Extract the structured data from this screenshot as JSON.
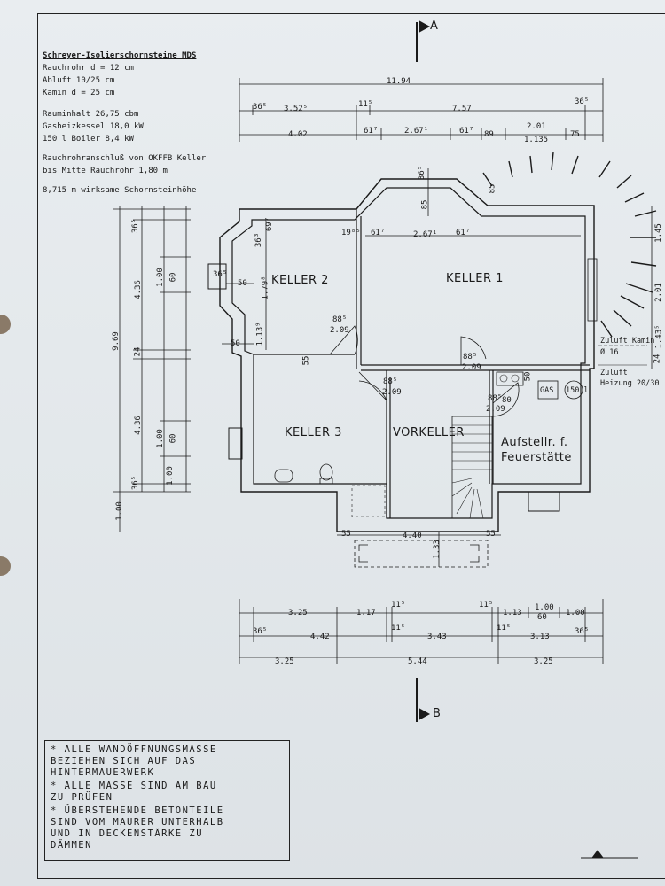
{
  "header": {
    "title": "Schreyer-Isolierschornsteine MDS",
    "rows": [
      "Rauchrohr d =   12 cm",
      "Abluft      10/25 cm",
      "Kamin   d =   25 cm",
      "Rauminhalt   26,75 cbm",
      "Gasheizkessel  18,0 kW",
      "150 l Boiler    8,4 kW",
      "Rauchrohranschluß von OKFFB Keller",
      "bis Mitte Rauchrohr 1,80 m",
      "8,715 m wirksame Schornsteinhöhe"
    ]
  },
  "sections": {
    "top": "A",
    "bottom": "B"
  },
  "rooms": {
    "keller1": "KELLER 1",
    "keller2": "KELLER 2",
    "keller3": "KELLER 3",
    "vorkeller": "VORKELLER",
    "aufstell_1": "Aufstellr. f.",
    "aufstell_2": "Feuerstätte"
  },
  "labels": {
    "zuluft_kamin": "Zuluft Kamin",
    "zuluft_kamin_d": "Ø 16",
    "zuluft_heizung_1": "Zuluft",
    "zuluft_heizung_2": "Heizung 20/30",
    "gas": "GAS",
    "boiler": "150 l"
  },
  "dimensions": {
    "top_total": "11.94",
    "top_row2": [
      "36⁵",
      "3.52⁵",
      "11⁵",
      "7.57",
      "36⁵"
    ],
    "top_row3": [
      "4.02",
      "61⁷",
      "2.67¹",
      "61⁷",
      "89",
      "2.01",
      "1.135",
      "75"
    ],
    "left_total": "9.69",
    "left_col": [
      "36⁵",
      "4.36",
      "24",
      "4.36",
      "36⁵"
    ],
    "left_inner": [
      "1.00",
      "60",
      "1.00",
      "60",
      "1.00"
    ],
    "left_outer": "1.00",
    "right_col": [
      "1.45",
      "2.01",
      "1.43⁵",
      "24"
    ],
    "bottom_mid": [
      "55",
      "4.40",
      "55",
      "1.33"
    ],
    "bottom_row1": [
      "3.25",
      "1.17",
      "11⁵",
      "11⁵",
      "1.13",
      "1.00",
      "60",
      "1.00"
    ],
    "bottom_row2": [
      "36⁵",
      "4.42",
      "11⁵",
      "3.43",
      "11⁵",
      "3.13",
      "36⁵"
    ],
    "bottom_row3": [
      "3.25",
      "5.44",
      "3.25"
    ],
    "doors": [
      "88⁵",
      "2.09"
    ],
    "misc": [
      "36⁵",
      "85",
      "19⁸⁵",
      "50",
      "36³",
      "69⁷",
      "1.79⁸",
      "1.13⁹",
      "50",
      "55",
      "80",
      "50"
    ]
  },
  "notes": [
    "* ALLE WANDÖFFNUNGSMASSE",
    "  BEZIEHEN SICH AUF DAS",
    "  HINTERMAUERWERK",
    "* ALLE MASSE SIND AM BAU",
    "  ZU PRÜFEN",
    "* ÜBERSTEHENDE BETONTEILE",
    "  SIND VOM MAURER UNTERHALB",
    "  UND IN DECKENSTÄRKE ZU",
    "  DÄMMEN"
  ]
}
